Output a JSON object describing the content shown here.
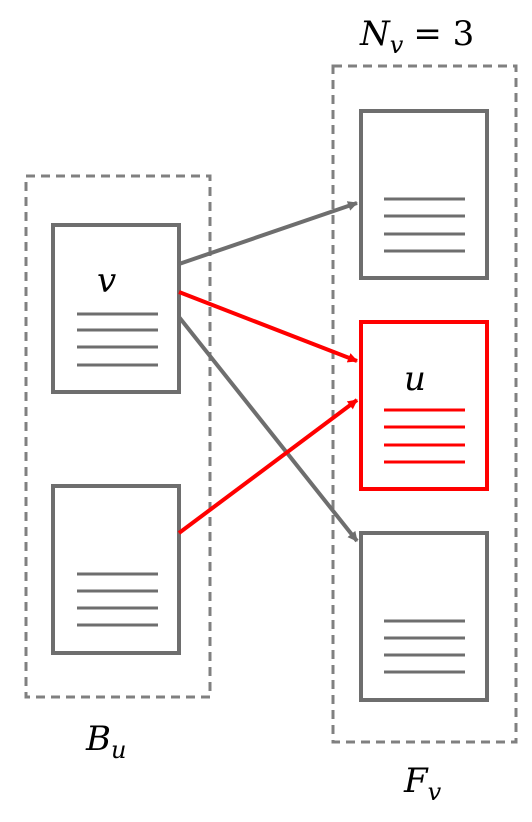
{
  "colors": {
    "gray": "#6e6e6e",
    "red": "#ff0000",
    "dashed_border": "#808080",
    "text": "#000000"
  },
  "labels": {
    "n_var": "N",
    "n_sub": "v",
    "n_eq": "= 3",
    "b_var": "B",
    "b_sub": "u",
    "f_var": "F",
    "f_sub": "v",
    "doc_v": "v",
    "doc_u": "u"
  },
  "groups": {
    "left": {
      "caption": "B_u",
      "documents": [
        "doc-v",
        "doc-plain"
      ]
    },
    "right": {
      "caption": "F_v",
      "documents": [
        "doc-top",
        "doc-u",
        "doc-bottom"
      ]
    }
  },
  "edges": [
    {
      "from": "doc-v",
      "to": "doc-top",
      "color": "gray"
    },
    {
      "from": "doc-v",
      "to": "doc-u",
      "color": "red"
    },
    {
      "from": "doc-v",
      "to": "doc-bottom",
      "color": "gray"
    },
    {
      "from": "doc-plain",
      "to": "doc-u",
      "color": "red"
    }
  ]
}
